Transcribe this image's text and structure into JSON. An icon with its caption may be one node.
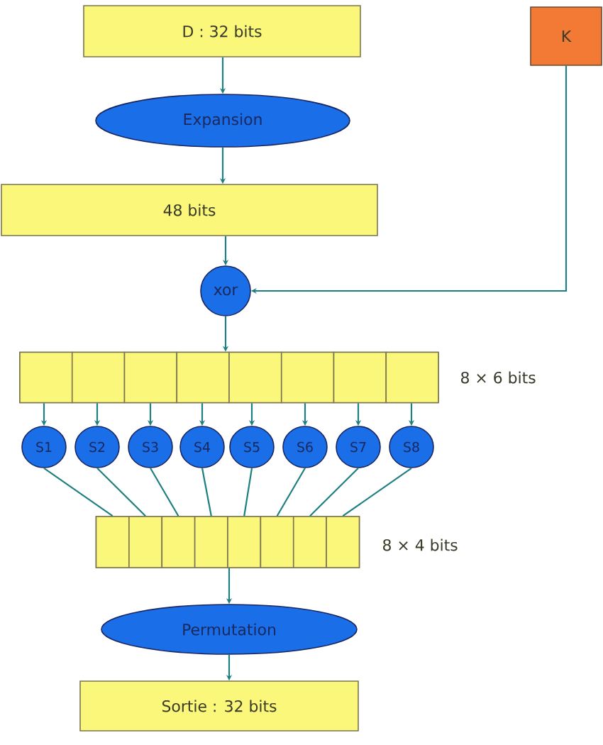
{
  "diagram": {
    "nodes": [
      {
        "text": [
          "D : 32 bits"
        ]
      },
      {
        "text": [
          "K"
        ]
      },
      {
        "text": [
          "Expansion"
        ]
      },
      {
        "text": [
          "48 bits"
        ]
      },
      {
        "text": [
          "xor"
        ]
      },
      {
        "text": [],
        "shape": "box",
        "beside": [
          "8 × 6 bits"
        ]
      },
      {
        "text": [],
        "shape": "box",
        "in": 5
      },
      {
        "text": [],
        "shape": "box",
        "in": 5
      },
      {
        "text": [],
        "shape": "box",
        "in": 5
      },
      {
        "text": [],
        "shape": "box",
        "in": 5
      },
      {
        "text": [],
        "shape": "box",
        "in": 5
      },
      {
        "text": [],
        "shape": "box",
        "in": 5
      },
      {
        "text": [],
        "shape": "box",
        "in": 5
      },
      {
        "text": [],
        "shape": "box",
        "in": 5
      },
      {
        "text": [
          "S1"
        ]
      },
      {
        "text": [
          "S2"
        ]
      },
      {
        "text": [
          "S3"
        ]
      },
      {
        "text": [
          "S4"
        ]
      },
      {
        "text": [
          "S5"
        ]
      },
      {
        "text": [
          "S6"
        ]
      },
      {
        "text": [
          "S7"
        ]
      },
      {
        "text": [
          "S8"
        ]
      },
      {
        "text": [],
        "shape": "box",
        "beside": [
          "8 × 4 bits"
        ]
      },
      {
        "text": [],
        "shape": "box",
        "in": 22
      },
      {
        "text": [],
        "shape": "box",
        "in": 22
      },
      {
        "text": [],
        "shape": "box",
        "in": 22
      },
      {
        "text": [],
        "shape": "box",
        "in": 22
      },
      {
        "text": [],
        "shape": "box",
        "in": 22
      },
      {
        "text": [],
        "shape": "box",
        "in": 22
      },
      {
        "text": [],
        "shape": "box",
        "in": 22
      },
      {
        "text": [],
        "shape": "box",
        "in": 22
      },
      {
        "text": [
          "Permutation"
        ]
      },
      {
        "text": [
          "Sortie : 32 bits"
        ]
      }
    ],
    "edges": [
      {
        "from": 0,
        "to": 2,
        "arrow": "to"
      },
      {
        "from": 2,
        "to": 3,
        "arrow": "to"
      },
      {
        "from": 3,
        "to": 4,
        "arrow": "to"
      },
      {
        "from": 1,
        "to": 4,
        "arrow": "to"
      },
      {
        "from": 4,
        "to": 5,
        "arrow": "to"
      },
      {
        "from": 6,
        "to": 14,
        "arrow": "to"
      },
      {
        "from": 7,
        "to": 15,
        "arrow": "to"
      },
      {
        "from": 8,
        "to": 16,
        "arrow": "to"
      },
      {
        "from": 9,
        "to": 17,
        "arrow": "to"
      },
      {
        "from": 10,
        "to": 18,
        "arrow": "to"
      },
      {
        "from": 11,
        "to": 19,
        "arrow": "to"
      },
      {
        "from": 12,
        "to": 20,
        "arrow": "to"
      },
      {
        "from": 13,
        "to": 21,
        "arrow": "to"
      },
      {
        "from": 14,
        "to": 23,
        "arrow": "none"
      },
      {
        "from": 15,
        "to": 24,
        "arrow": "none"
      },
      {
        "from": 16,
        "to": 25,
        "arrow": "none"
      },
      {
        "from": 17,
        "to": 26,
        "arrow": "none"
      },
      {
        "from": 18,
        "to": 27,
        "arrow": "none"
      },
      {
        "from": 19,
        "to": 28,
        "arrow": "none"
      },
      {
        "from": 20,
        "to": 29,
        "arrow": "none"
      },
      {
        "from": 21,
        "to": 30,
        "arrow": "none"
      },
      {
        "from": 22,
        "to": 31,
        "arrow": "to"
      },
      {
        "from": 31,
        "to": 32,
        "arrow": "to"
      }
    ]
  }
}
